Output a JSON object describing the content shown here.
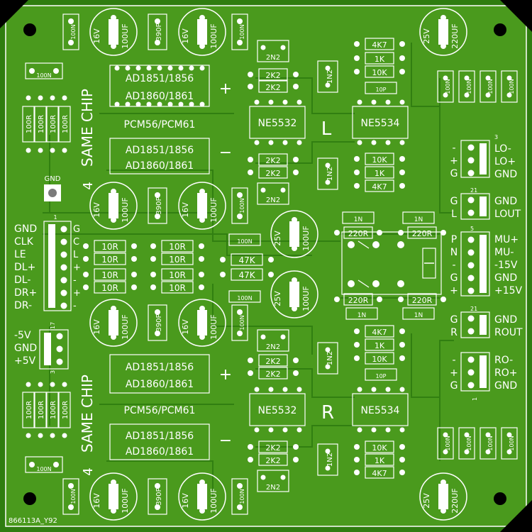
{
  "board": {
    "board_id": "866113A_Y92",
    "colors": {
      "substrate": "#2f7d10",
      "copper": "#4f9e1e",
      "trace": "#3f8a14",
      "silk": "#ffffff",
      "pad": "#ffffff",
      "hole": "#1a4d07",
      "corner": "#000000"
    }
  },
  "labels": {
    "same_chip": "SAME CHIP",
    "four": "4",
    "pcm": "PCM56/PCM61",
    "ad1851": "AD1851/1856",
    "ad1860": "AD1860/1861",
    "ne5532": "NE5532",
    "ne5534": "NE5534",
    "left": "L",
    "right": "R",
    "plus": "+",
    "minus": "−",
    "gnd": "GND",
    "cap_16v": "16V",
    "cap_25v": "25V",
    "cap_100uf": "100UF",
    "cap_220uf": "220UF",
    "c_100n": "100N",
    "c_390p": "390P",
    "c_2n2": "2N2",
    "c_1n2": "1N2",
    "c_10p": "10P",
    "c_1n": "1N",
    "r_2k2": "2K2",
    "r_4k7": "4K7",
    "r_1k": "1K",
    "r_10k": "10K",
    "r_10r": "10R",
    "r_47k": "47K",
    "r_100r": "100R",
    "r_220r": "220R"
  },
  "connectors": {
    "input": {
      "labels": [
        "GND",
        "CLK",
        "LE",
        "DL+",
        "DL-",
        "DR+",
        "DR-"
      ],
      "side": [
        "G",
        "C",
        "L",
        "+",
        "-",
        "+",
        "-"
      ],
      "pin_first": "1"
    },
    "power_in": {
      "labels": [
        "-5V",
        "GND",
        "+5V"
      ],
      "pin_first": "17",
      "pin_last": "3"
    },
    "lo": {
      "labels": [
        "LO-",
        "LO+",
        "GND"
      ],
      "side": [
        "-",
        "+",
        "G"
      ],
      "pin": "3"
    },
    "lout": {
      "labels": [
        "GND",
        "LOUT"
      ],
      "side": [
        "G",
        "L"
      ],
      "pin": "21"
    },
    "mute": {
      "labels": [
        "MU+",
        "MU-",
        "-15V",
        "GND",
        "+15V"
      ],
      "side": [
        "P",
        "N",
        "-",
        "G",
        "+"
      ],
      "pin": "5"
    },
    "rout": {
      "labels": [
        "GND",
        "ROUT"
      ],
      "side": [
        "G",
        "R"
      ],
      "pin": "21"
    },
    "ro": {
      "labels": [
        "RO-",
        "RO+",
        "GND"
      ],
      "side": [
        "-",
        "+",
        "G"
      ],
      "pin": "1"
    }
  }
}
